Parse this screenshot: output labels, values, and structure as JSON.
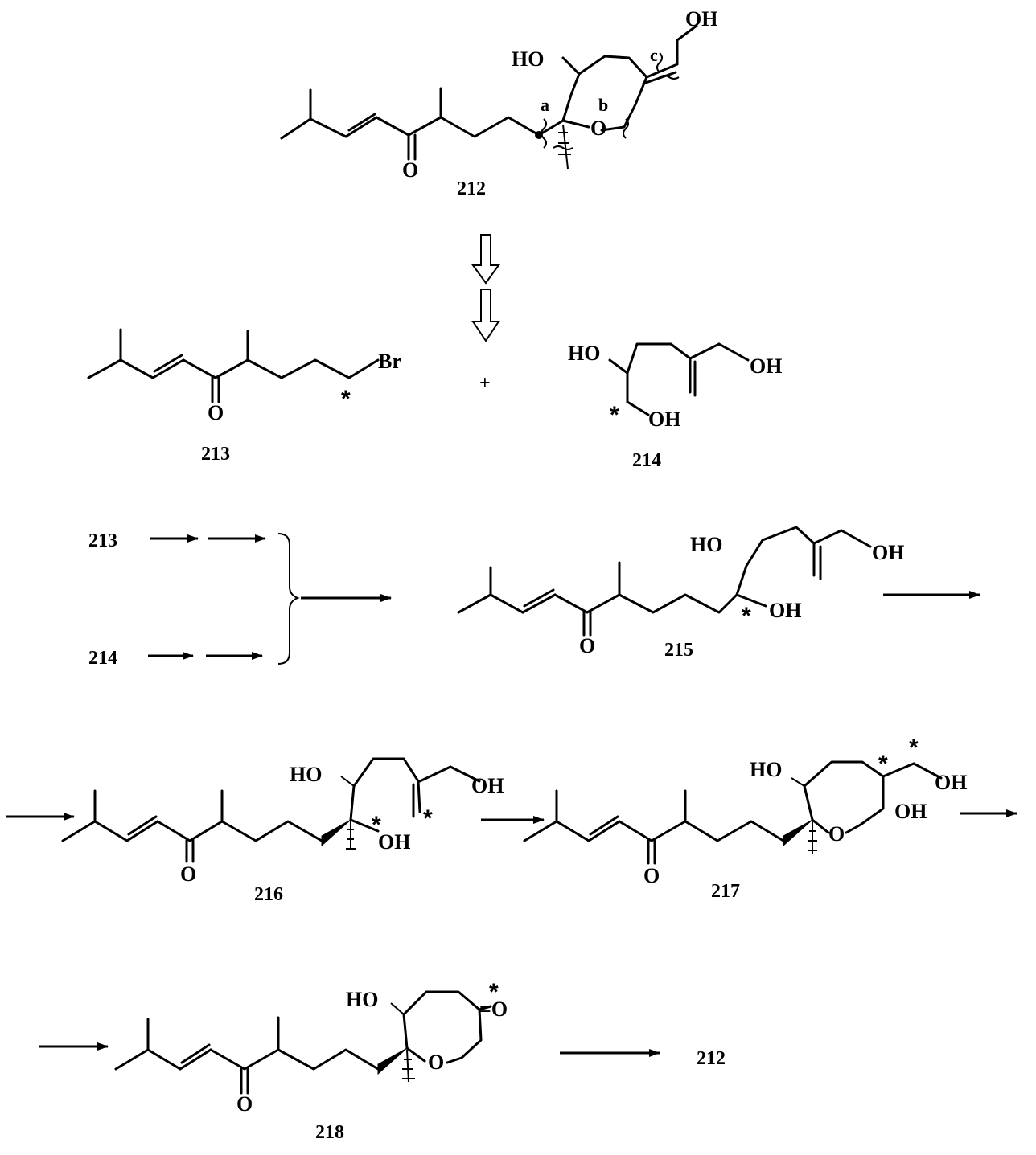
{
  "compounds": {
    "c212": {
      "label": "212",
      "atoms": [
        "HO",
        "OH",
        "O",
        "O"
      ],
      "bond_marks": [
        "a",
        "b",
        "c"
      ]
    },
    "c213": {
      "label": "213",
      "atoms": [
        "Br",
        "O"
      ],
      "star": "*"
    },
    "c214": {
      "label": "214",
      "atoms": [
        "HO",
        "OH",
        "OH"
      ],
      "star": "*"
    },
    "c215": {
      "label": "215",
      "atoms": [
        "HO",
        "OH",
        "OH",
        "O"
      ],
      "star": "*"
    },
    "c216": {
      "label": "216",
      "atoms": [
        "HO",
        "OH",
        "OH",
        "O"
      ],
      "stars": [
        "*",
        "*"
      ]
    },
    "c217": {
      "label": "217",
      "atoms": [
        "HO",
        "OH",
        "OH",
        "O",
        "O"
      ],
      "stars": [
        "*",
        "*"
      ]
    },
    "c218": {
      "label": "218",
      "atoms": [
        "HO",
        "O",
        "O",
        "=O"
      ],
      "star": "*"
    }
  },
  "step_labels": {
    "s213": "213",
    "s214": "214",
    "final": "212"
  },
  "plus": "+"
}
